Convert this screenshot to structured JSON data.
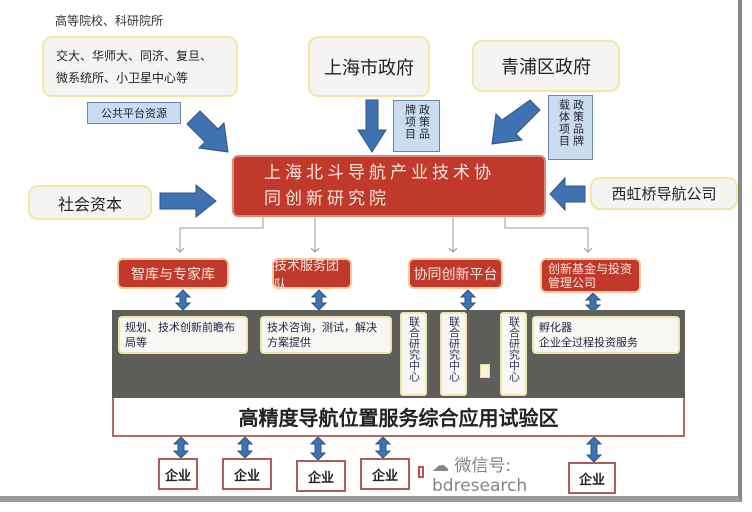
{
  "universities": {
    "heading": "高等院校、科研院所",
    "line1": "交大、华师大、同济、复旦、",
    "line2": "微系统所、小卫星中心等",
    "resource_label": "公共平台资源"
  },
  "shanghai_gov": {
    "label": "上海市政府",
    "tag": "政策品牌项目"
  },
  "qingpu_gov": {
    "label": "青浦区政府",
    "tag": "政策品牌载体项目"
  },
  "center": {
    "line1": "上海北斗导航产业技术协",
    "line2": "同创新研究院"
  },
  "social_capital": "社会资本",
  "xihongqiao": "西虹桥导航公司",
  "units": [
    "智库与专家库",
    "技术服务团队",
    "协同创新平台",
    "创新基金与投资管理公司"
  ],
  "services": {
    "planning": "规划、技术创新前瞻布局等",
    "consulting": "技术咨询，测试，解决方案提供",
    "joint_center": "联合研究中心",
    "incubator_line1": "孵化器",
    "incubator_line2": "企业全过程投资服务"
  },
  "test_zone": "高精度导航位置服务综合应用试验区",
  "enterprise": "企业",
  "watermark": "微信号: bdresearch",
  "colors": {
    "red": "#c0392b",
    "blue_arrow": "#3f72b0",
    "gray_band": "#5e5e5a"
  }
}
